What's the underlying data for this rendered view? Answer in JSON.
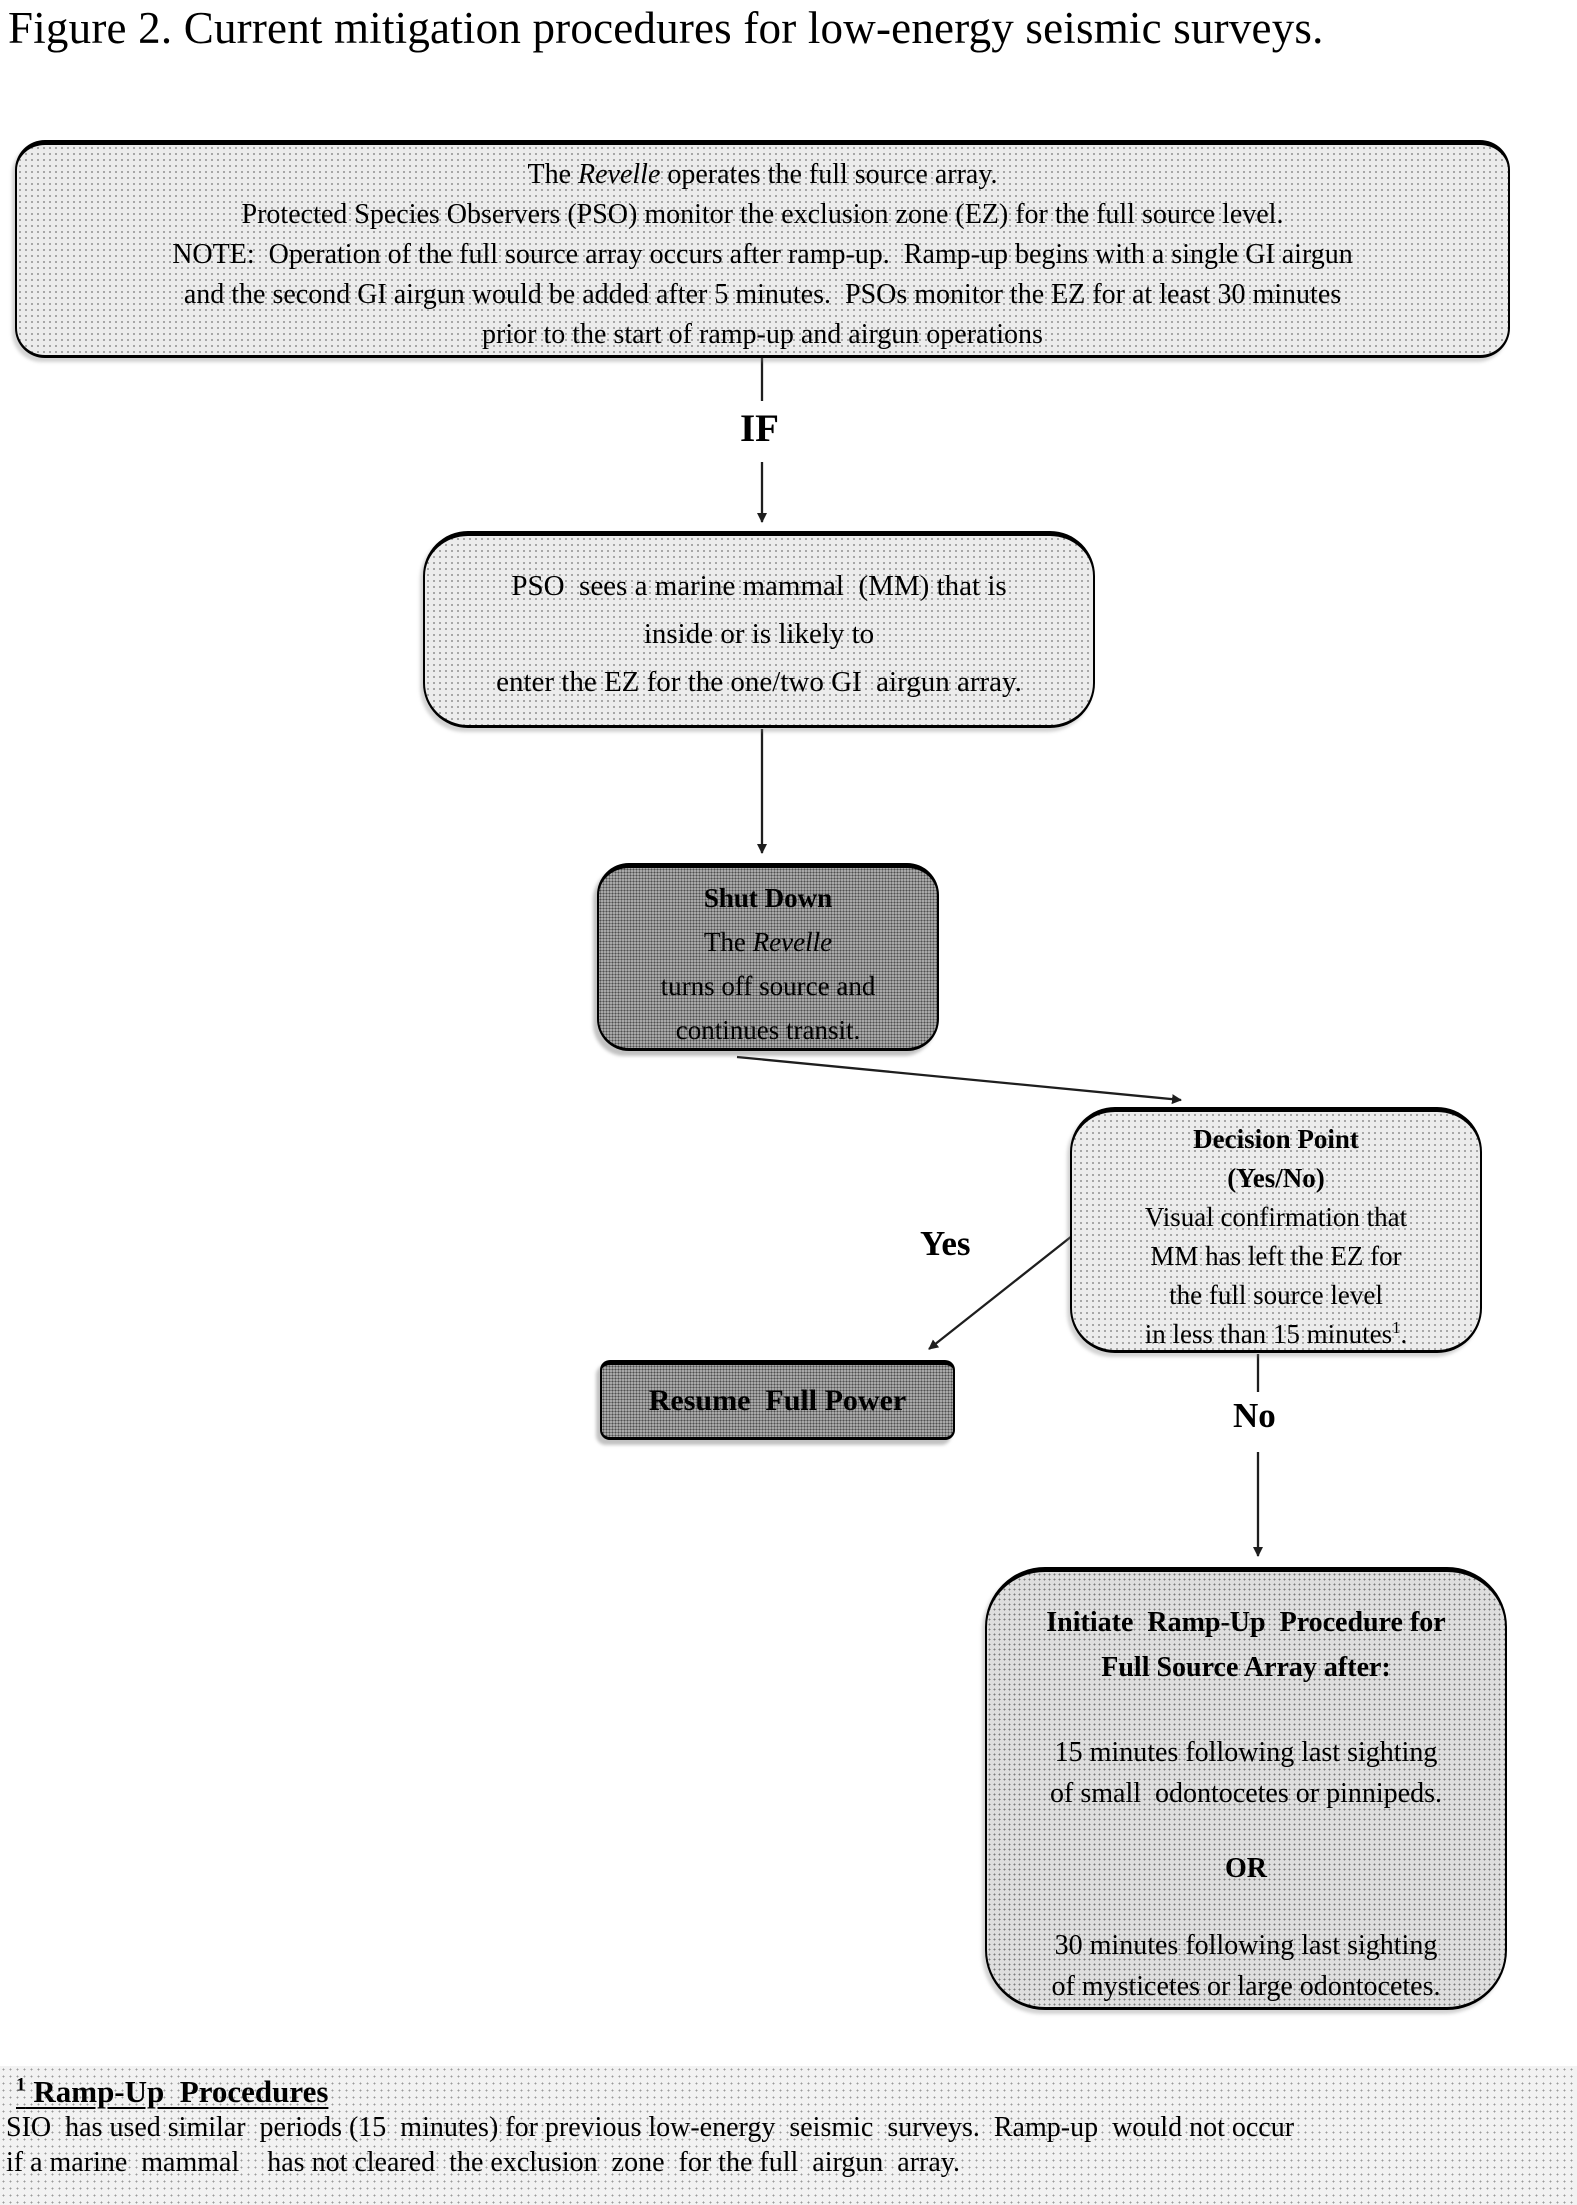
{
  "figure": {
    "title": "Figure 2. Current mitigation procedures for low-energy seismic surveys."
  },
  "flowchart": {
    "top_box": {
      "line1_pre": "The ",
      "line1_italic": "Revelle",
      "line1_post": " operates the full source array.",
      "line2": "Protected Species Observers (PSO) monitor the exclusion zone (EZ) for the full source level.",
      "line3": "NOTE:  Operation of the full source array occurs after ramp-up.  Ramp-up begins with a single GI airgun",
      "line4": "and the second GI airgun would be added after 5 minutes.  PSOs monitor the EZ for at least 30 minutes",
      "line5": "prior to the start of ramp-up and airgun operations"
    },
    "if_label": "IF",
    "pso_box": {
      "line1": "PSO  sees a marine mammal  (MM) that is",
      "line2": "inside or is likely to",
      "line3": "enter the EZ for the one/two GI  airgun array."
    },
    "shutdown_box": {
      "title": "Shut Down",
      "line2_pre": "The ",
      "line2_italic": "Revelle",
      "line3": "turns off source and",
      "line4": "continues transit."
    },
    "decision_box": {
      "title1": "Decision Point",
      "title2": "(Yes/No)",
      "line3": "Visual confirmation that",
      "line4": "MM has left the EZ for",
      "line5": "the full source level",
      "line6_pre": "in less than 15 minutes",
      "line6_sup": "1",
      "line6_post": "."
    },
    "yes_label": "Yes",
    "no_label": "No",
    "resume_box": {
      "label": "Resume  Full Power"
    },
    "initiate_box": {
      "title1": "Initiate  Ramp-Up  Procedure for",
      "title2": "Full Source Array after:",
      "p1_line1": "15 minutes following last sighting",
      "p1_line2": "of small  odontocetes or pinnipeds.",
      "or_label": "OR",
      "p2_line1": "30 minutes following last sighting",
      "p2_line2": "of mysticetes or large odontocetes."
    }
  },
  "footnote": {
    "sup": "1",
    "heading": " Ramp-Up  Procedures",
    "line1": "SIO  has used similar  periods (15  minutes) for previous low-energy  seismic  surveys.  Ramp-up  would not occur",
    "line2": "if a marine  mammal    has not cleared  the exclusion  zone  for the full  airgun  array."
  },
  "colors": {
    "light_box": "#ececec",
    "medium_box": "#dedede",
    "dark_box": "#a8a8a8",
    "border": "#000000",
    "text": "#000000"
  }
}
